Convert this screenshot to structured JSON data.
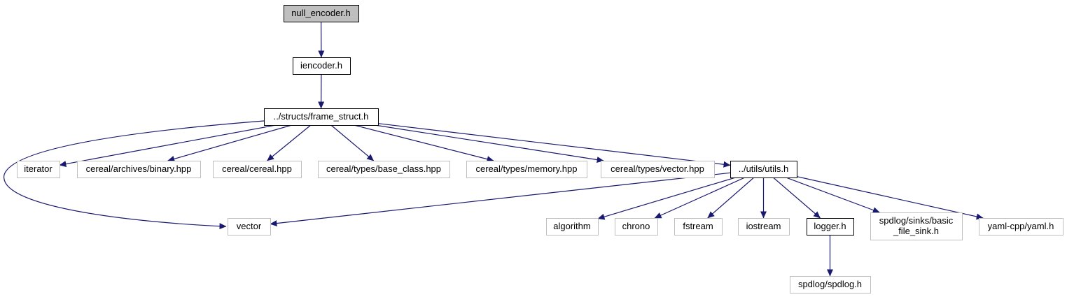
{
  "colors": {
    "edge": "#191970",
    "focus_fill": "#bfbfbf",
    "documented_border": "#000000",
    "external_border": "#bfbfbf",
    "background": "#ffffff"
  },
  "nodes": {
    "null_encoder": {
      "label": "null_encoder.h",
      "kind": "focus"
    },
    "iencoder": {
      "label": "iencoder.h",
      "kind": "documented"
    },
    "frame_struct": {
      "label": "../structs/frame_struct.h",
      "kind": "documented"
    },
    "iterator": {
      "label": "iterator",
      "kind": "external"
    },
    "binary": {
      "label": "cereal/archives/binary.hpp",
      "kind": "external"
    },
    "cereal": {
      "label": "cereal/cereal.hpp",
      "kind": "external"
    },
    "base_class": {
      "label": "cereal/types/base_class.hpp",
      "kind": "external"
    },
    "memory": {
      "label": "cereal/types/memory.hpp",
      "kind": "external"
    },
    "vector_hpp": {
      "label": "cereal/types/vector.hpp",
      "kind": "external"
    },
    "utils": {
      "label": "../utils/utils.h",
      "kind": "documented"
    },
    "vector": {
      "label": "vector",
      "kind": "external"
    },
    "algorithm": {
      "label": "algorithm",
      "kind": "external"
    },
    "chrono": {
      "label": "chrono",
      "kind": "external"
    },
    "fstream": {
      "label": "fstream",
      "kind": "external"
    },
    "iostream": {
      "label": "iostream",
      "kind": "external"
    },
    "logger": {
      "label": "logger.h",
      "kind": "documented"
    },
    "basic_file_sink": {
      "label": "spdlog/sinks/basic\n_file_sink.h",
      "kind": "external"
    },
    "yaml": {
      "label": "yaml-cpp/yaml.h",
      "kind": "external"
    },
    "spdlog": {
      "label": "spdlog/spdlog.h",
      "kind": "external"
    }
  },
  "edges": [
    [
      "null_encoder",
      "iencoder"
    ],
    [
      "iencoder",
      "frame_struct"
    ],
    [
      "frame_struct",
      "iterator"
    ],
    [
      "frame_struct",
      "binary"
    ],
    [
      "frame_struct",
      "cereal"
    ],
    [
      "frame_struct",
      "base_class"
    ],
    [
      "frame_struct",
      "memory"
    ],
    [
      "frame_struct",
      "vector_hpp"
    ],
    [
      "frame_struct",
      "utils"
    ],
    [
      "frame_struct",
      "vector"
    ],
    [
      "utils",
      "vector"
    ],
    [
      "utils",
      "algorithm"
    ],
    [
      "utils",
      "chrono"
    ],
    [
      "utils",
      "fstream"
    ],
    [
      "utils",
      "iostream"
    ],
    [
      "utils",
      "logger"
    ],
    [
      "utils",
      "basic_file_sink"
    ],
    [
      "utils",
      "yaml"
    ],
    [
      "logger",
      "spdlog"
    ]
  ]
}
